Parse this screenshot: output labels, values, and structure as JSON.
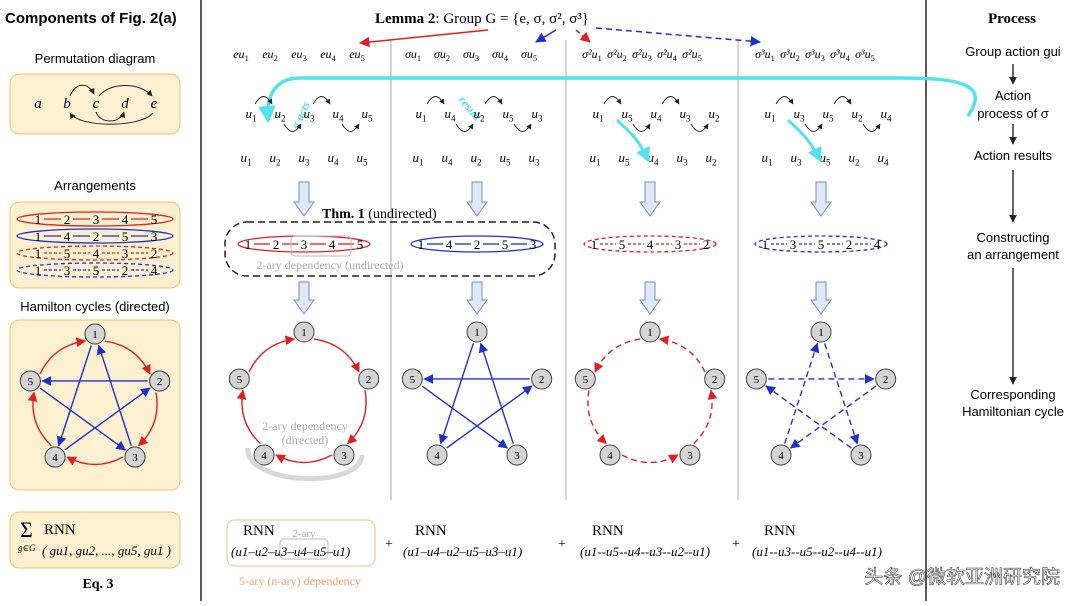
{
  "left_panel": {
    "title": "Components of Fig. 2(a)",
    "permutation_label": "Permutation diagram",
    "perm_letters": [
      "a",
      "b",
      "c",
      "d",
      "e"
    ],
    "arrangements_label": "Arrangements",
    "arrangements": [
      {
        "nodes": [
          "1",
          "2",
          "3",
          "4",
          "5"
        ],
        "color": "#e02020",
        "dashed": false
      },
      {
        "nodes": [
          "1",
          "4",
          "2",
          "5",
          "3"
        ],
        "color": "#2030d0",
        "dashed": false
      },
      {
        "nodes": [
          "1",
          "5",
          "4",
          "3",
          "2"
        ],
        "color": "#e02020",
        "dashed": true
      },
      {
        "nodes": [
          "1",
          "3",
          "5",
          "2",
          "4"
        ],
        "color": "#2030d0",
        "dashed": true
      }
    ],
    "hamilton_label": "Hamilton cycles (directed)",
    "eq_label": "Eq. 3",
    "eq_sum": "Σ",
    "eq_sub": "g∈G",
    "eq_rnn": "RNN",
    "eq_args": "( gu1, gu2, ..., gu5, gu1 )"
  },
  "lemma": {
    "bold": "Lemma 2",
    "text": ": Group G = {e, σ, σ², σ³}"
  },
  "columns": [
    {
      "group_row": [
        "eu1",
        "eu2",
        "eu3",
        "eu4",
        "eu5"
      ],
      "perm_row": [
        "u1",
        "u2",
        "u3",
        "u4",
        "u5"
      ],
      "result_row": [
        "u1",
        "u2",
        "u3",
        "u4",
        "u5"
      ],
      "arrangement": [
        "1",
        "2",
        "3",
        "4",
        "5"
      ],
      "cycle_order": [
        "1",
        "2",
        "3",
        "4",
        "5"
      ],
      "color": "#e02020",
      "dashed": false,
      "rnn": "RNN",
      "rnn_seq": "(u1–u2–u3–u4–u5–u1)"
    },
    {
      "group_row": [
        "σu1",
        "σu2",
        "σu3",
        "σu4",
        "σu5"
      ],
      "perm_row": [
        "u1",
        "u4",
        "u2",
        "u5",
        "u3"
      ],
      "result_row": [
        "u1",
        "u4",
        "u2",
        "u5",
        "u3"
      ],
      "arrangement": [
        "1",
        "4",
        "2",
        "5",
        "3"
      ],
      "cycle_order": [
        "1",
        "4",
        "2",
        "5",
        "3"
      ],
      "color": "#2030d0",
      "dashed": false,
      "rnn": "RNN",
      "rnn_seq": "(u1–u4–u2–u5–u3–u1)"
    },
    {
      "group_row": [
        "σ²u1",
        "σ²u2",
        "σ²u3",
        "σ²u4",
        "σ²u5"
      ],
      "perm_row": [
        "u1",
        "u5",
        "u4",
        "u3",
        "u2"
      ],
      "result_row": [
        "u1",
        "u5",
        "u4",
        "u3",
        "u2"
      ],
      "arrangement": [
        "1",
        "5",
        "4",
        "3",
        "2"
      ],
      "cycle_order": [
        "1",
        "5",
        "4",
        "3",
        "2"
      ],
      "color": "#e02020",
      "dashed": true,
      "rnn": "RNN",
      "rnn_seq": "(u1--u5--u4--u3--u2--u1)"
    },
    {
      "group_row": [
        "σ³u1",
        "σ³u2",
        "σ³u3",
        "σ³u4",
        "σ³u5"
      ],
      "perm_row": [
        "u1",
        "u3",
        "u5",
        "u2",
        "u4"
      ],
      "result_row": [
        "u1",
        "u3",
        "u5",
        "u2",
        "u4"
      ],
      "arrangement": [
        "1",
        "3",
        "5",
        "2",
        "4"
      ],
      "cycle_order": [
        "1",
        "3",
        "5",
        "2",
        "4"
      ],
      "color": "#2030d0",
      "dashed": true,
      "rnn": "RNN",
      "rnn_seq": "(u1--u3--u5--u2--u4--u1)"
    }
  ],
  "annotations": {
    "sigma_acts": "σ acts",
    "result": "result",
    "thm_bold": "Thm. 1",
    "thm_rest": " (undirected)",
    "dep_undirected": "2-ary dependency (undirected)",
    "dep_directed_1": "2-ary dependency",
    "dep_directed_2": "(directed)",
    "two_ary": "2-ary",
    "five_ary": "5-ary (n-ary) dependency",
    "plus": "+"
  },
  "process": {
    "title": "Process",
    "steps": [
      "Group action gui",
      "Action process of σ",
      "Action results",
      "Constructing an arrangement",
      "Corresponding Hamiltonian cycle"
    ]
  },
  "watermark": "头条 @微软亚洲研究院",
  "colors": {
    "red": "#e02020",
    "blue": "#2030d0",
    "cyan": "#55e0f0",
    "panel": "#fdf0d0",
    "panel_border": "#f0c070"
  }
}
